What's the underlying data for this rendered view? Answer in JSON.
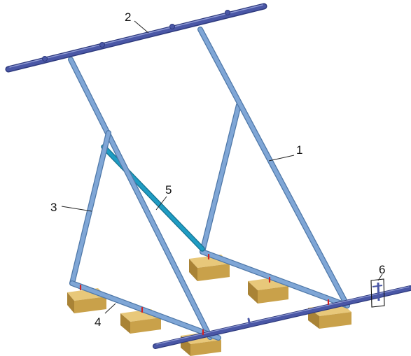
{
  "colors": {
    "frame": "#7fa6d6",
    "frame_edge": "#4f78a8",
    "rail": "#4a57a6",
    "rail_edge": "#2e3a7e",
    "brace": "#1f9cc3",
    "brace_edge": "#16728f",
    "block_top": "#e8c87a",
    "block_front": "#c9a14a",
    "block_side": "#a98336",
    "marker": "#d52020"
  },
  "callouts": [
    {
      "id": "1",
      "label": "1",
      "target": "diagonal-strut"
    },
    {
      "id": "2",
      "label": "2",
      "target": "top-rail"
    },
    {
      "id": "3",
      "label": "3",
      "target": "front-leg"
    },
    {
      "id": "4",
      "label": "4",
      "target": "base-beam"
    },
    {
      "id": "5",
      "label": "5",
      "target": "cross-brace"
    },
    {
      "id": "6",
      "label": "6",
      "target": "rail-clamp"
    }
  ]
}
